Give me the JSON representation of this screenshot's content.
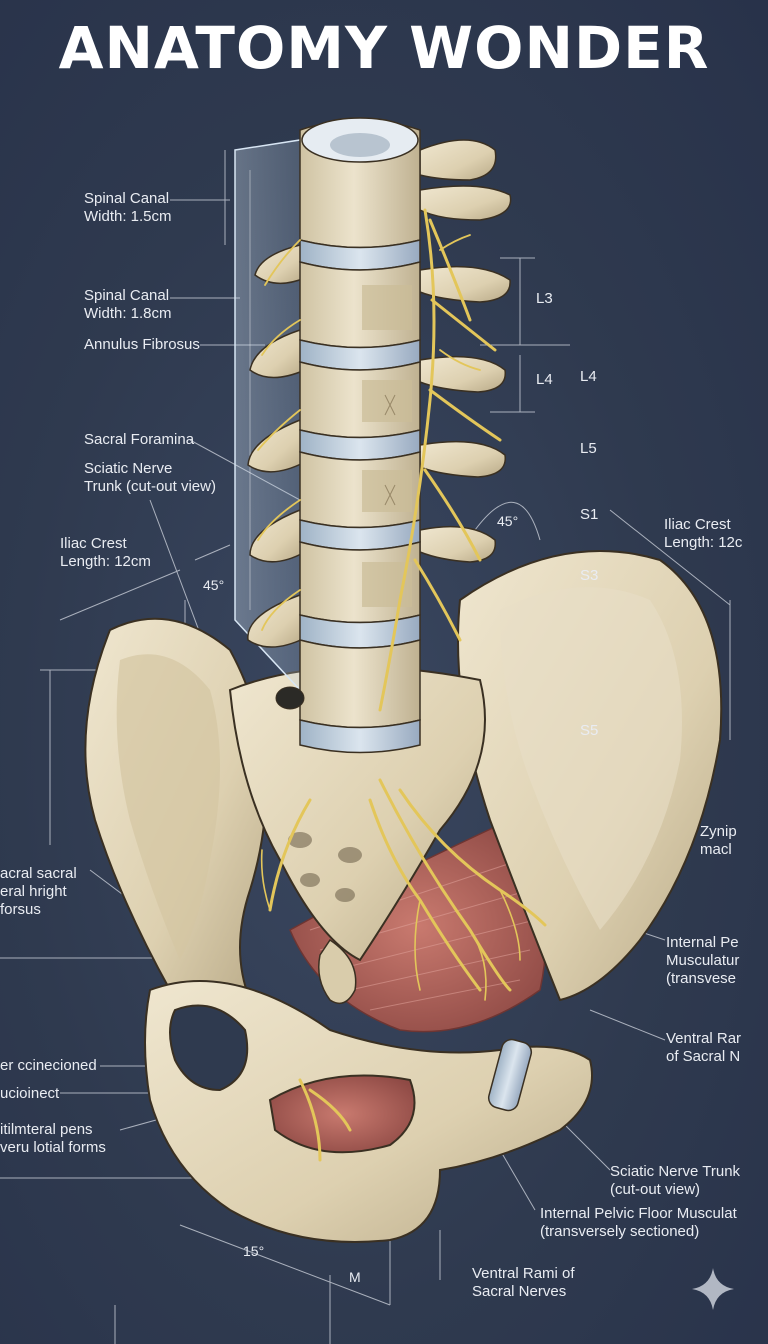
{
  "title": "ANATOMY WONDER",
  "labels": {
    "canal_top": "Spinal Canal\nWidth: 1.5cm",
    "canal_mid": "Spinal Canal\nWidth: 1.8cm",
    "annulus": "Annulus Fibrosus",
    "sacral_foramina": "Sacral Foramina",
    "sciatic_left": "Sciatic Nerve\nTrunk (cut-out view)",
    "iliac_left": "Iliac Crest\nLength: 12cm",
    "angle_left": "45°",
    "angle_right": "45°",
    "l3": "L3",
    "l4_a": "L4",
    "l4_b": "L4",
    "l5": "L5",
    "s1": "S1",
    "s3": "S3",
    "s5": "S5",
    "iliac_right": "Iliac Crest\nLength: 12c",
    "zynip": "Zynip\nmacl",
    "sacral_left": "acral sacral\neral hright\n forsus",
    "internal_right_top": "Internal Pe\nMusculatur\n(transvese",
    "ventral_right_top": "Ventral Rar\nof Sacral N",
    "cecioned": "er ccinecioned",
    "cioinect": "ucioinect",
    "itilmteral": "itilmteral pens\nveru lotial forms",
    "sciatic_bottom": "Sciatic Nerve Trunk\n(cut-out view)",
    "internal_bottom": "Internal Pelvic Floor Musculat\n(transversely sectioned)",
    "angle_bottom": "15°",
    "m_bottom": "M",
    "ventral_bottom": "Ventral Rami of\nSacral Nerves"
  },
  "colors": {
    "background": "#2f3a4f",
    "bone": "#e6dcc2",
    "bone_shadow": "#b9ab8c",
    "disc": "#b9c9d8",
    "nerve": "#e3c65a",
    "muscle": "#b4625a",
    "line": "#c9ced8"
  },
  "icons": {
    "corner": "sparkle-icon"
  }
}
